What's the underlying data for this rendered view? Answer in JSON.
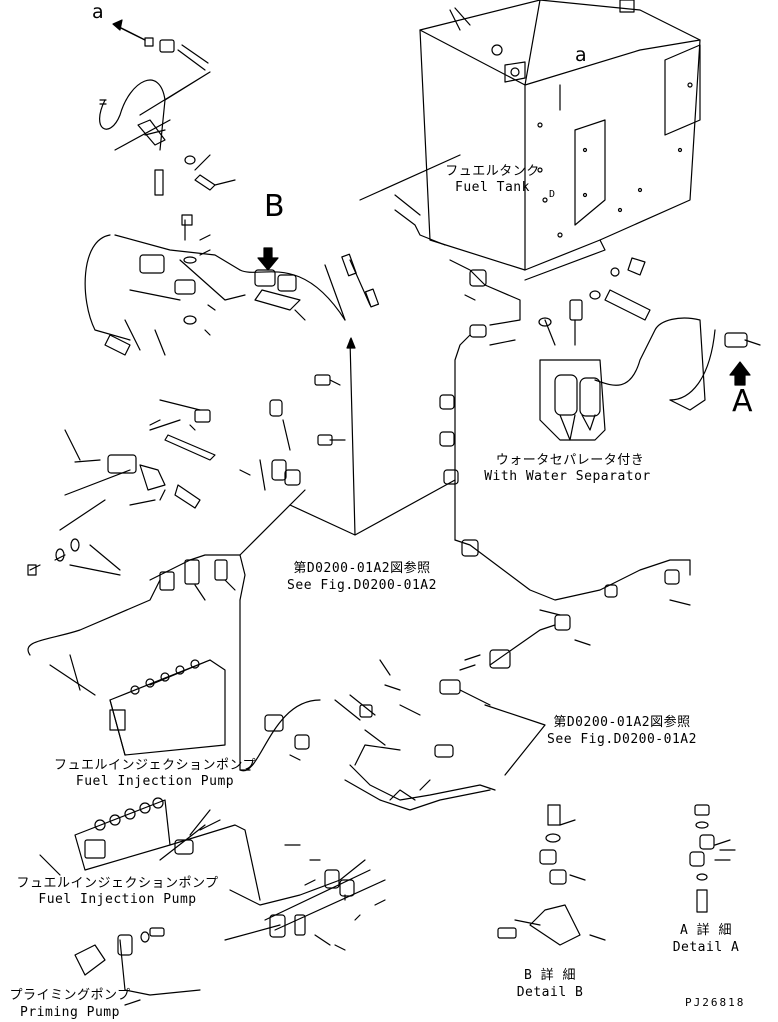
{
  "labels": {
    "ref_a_left": "a",
    "ref_a_tank": "a",
    "fuel_tank_jp": "フュエルタンク",
    "fuel_tank_en": "Fuel Tank",
    "tank_mark": "D",
    "view_b": "B",
    "view_a": "A",
    "water_sep_jp": "ウォータセパレータ付き",
    "water_sep_en": "With Water Separator",
    "see_fig_1_jp": "第D0200-01A2図参照",
    "see_fig_1_en": "See Fig.D0200-01A2",
    "see_fig_2_jp": "第D0200-01A2図参照",
    "see_fig_2_en": "See Fig.D0200-01A2",
    "inj_pump_1_jp": "フュエルインジェクションポンプ",
    "inj_pump_1_en": "Fuel Injection Pump",
    "inj_pump_2_jp": "フュエルインジェクションポンプ",
    "inj_pump_2_en": "Fuel Injection Pump",
    "priming_jp": "プライミングポンプ",
    "priming_en": "Priming Pump",
    "detail_b_jp": "B 詳 細",
    "detail_b_en": "Detail B",
    "detail_a_jp": "A 詳 細",
    "detail_a_en": "Detail A",
    "drawing_no": "PJ26818"
  }
}
